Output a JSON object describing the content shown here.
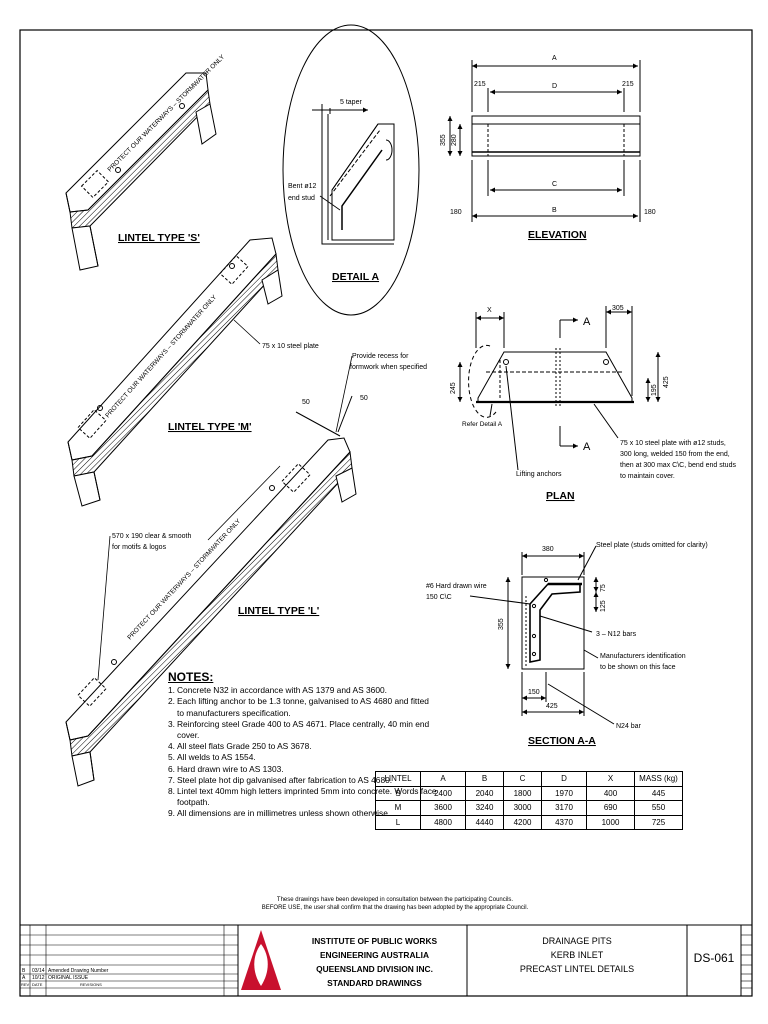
{
  "labels": {
    "lintel_s": "LINTEL TYPE 'S'",
    "lintel_m": "LINTEL TYPE 'M'",
    "lintel_l": "LINTEL TYPE 'L'",
    "detail_a": "DETAIL A",
    "elevation": "ELEVATION",
    "plan": "PLAN",
    "section": "SECTION A-A",
    "protect_s": "PROTECT OUR WATERWAYS – STORMWATER ONLY",
    "protect_m": "PROTECT OUR WATERWAYS – STORMWATER ONLY",
    "protect_l": "PROTECT OUR WATERWAYS – STORMWATER ONLY",
    "steel_plate_75": "75 x 10 steel plate",
    "recess_1": "Provide recess for",
    "recess_2": "formwork when specified",
    "clear_1": "570 x 190 clear & smooth",
    "clear_2": "for motifs & logos",
    "taper": "5 taper",
    "bent_1": "Bent ø12",
    "bent_2": "end stud",
    "dim_50a": "50",
    "dim_50b": "50",
    "refer_detail": "Refer Detail A",
    "lifting": "Lifting anchors",
    "plan_note_1": "75 x 10 steel plate with ø12 studs,",
    "plan_note_2": "300 long, welded 150 from the end,",
    "plan_note_3": "then at 300 max C\\C, bend end studs",
    "plan_note_4": "to maintain cover.",
    "sec_steel": "Steel plate (studs omitted for clarity)",
    "sec_wire_1": "#6 Hard drawn wire",
    "sec_wire_2": "150 C\\C",
    "sec_n12": "3 – N12 bars",
    "sec_manu_1": "Manufacturers identification",
    "sec_manu_2": "to be shown on this face",
    "sec_n24": "N24 bar",
    "sec_A": "A",
    "sec_A2": "A"
  },
  "dims": {
    "A": "A",
    "D": "D",
    "C": "C",
    "B": "B",
    "X": "X",
    "d215a": "215",
    "d215b": "215",
    "d355": "355",
    "d280": "280",
    "d180a": "180",
    "d180b": "180",
    "d305": "305",
    "d245": "245",
    "d425": "425",
    "d195": "195",
    "d380": "380",
    "d75": "75",
    "d125": "125",
    "d355b": "355",
    "d150": "150",
    "d425b": "425"
  },
  "notes": {
    "title": "NOTES:",
    "items": [
      "Concrete N32 in accordance with AS 1379 and AS 3600.",
      "Each lifting anchor to be 1.3 tonne, galvanised to AS 4680 and fitted to manufacturers specification.",
      "Reinforcing steel Grade 400 to AS 4671. Place centrally, 40 min end cover.",
      "All steel flats Grade 250 to AS 3678.",
      "All welds to AS 1554.",
      "Hard drawn wire to AS 1303.",
      "Steel plate hot dip galvanised after fabrication to AS 4680.",
      "Lintel text 40mm high letters imprinted 5mm into concrete. Words face footpath.",
      "All dimensions are in millimetres unless shown otherwise."
    ]
  },
  "table": {
    "headers": [
      "LINTEL",
      "A",
      "B",
      "C",
      "D",
      "X",
      "MASS (kg)"
    ],
    "rows": [
      [
        "S",
        "2400",
        "2040",
        "1800",
        "1970",
        "400",
        "445"
      ],
      [
        "M",
        "3600",
        "3240",
        "3000",
        "3170",
        "690",
        "550"
      ],
      [
        "L",
        "4800",
        "4440",
        "4200",
        "4370",
        "1000",
        "725"
      ]
    ]
  },
  "footer": {
    "line1": "These drawings have been developed in consultation between the participating Councils.",
    "line2": "BEFORE USE, the user shall confirm that the drawing has been adopted by the appropriate Council."
  },
  "titleblock": {
    "org1": "INSTITUTE OF PUBLIC WORKS ENGINEERING AUSTRALIA",
    "org2": "QUEENSLAND DIVISION INC.",
    "org3": "STANDARD DRAWINGS",
    "title1": "DRAINAGE PITS",
    "title2": "KERB INLET",
    "title3": "PRECAST LINTEL DETAILS",
    "number": "DS-061",
    "rev_b_letter": "B",
    "rev_b_date": "03/14",
    "rev_b_desc": "Amended Drawing Number",
    "rev_a_letter": "A",
    "rev_a_date": "10/12",
    "rev_a_desc": "ORIGINAL ISSUE",
    "rev_hdr_rev": "REV",
    "rev_hdr_date": "DATE",
    "rev_hdr_desc": "REVISIONS"
  },
  "colors": {
    "line": "#000000",
    "logo": "#c8102e",
    "paper": "#ffffff"
  }
}
